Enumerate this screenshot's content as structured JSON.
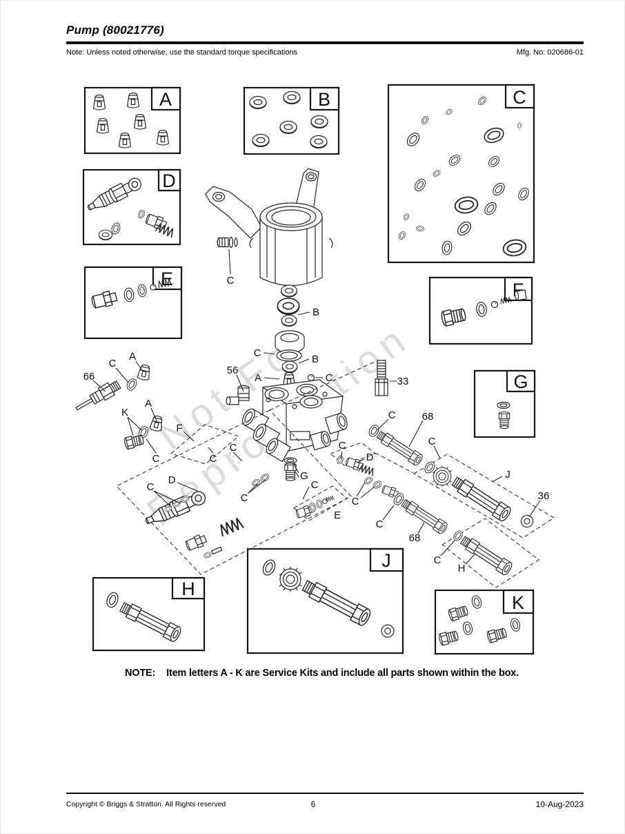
{
  "header": {
    "title": "Pump (80021776)",
    "note": "Note: Unless noted otherwise, use the standard torque specifications",
    "mfg": "Mfg. No: 020686-01"
  },
  "watermark": {
    "line1": "Not For",
    "line2": "Reproduction"
  },
  "kits": [
    "A",
    "B",
    "C",
    "D",
    "E",
    "F",
    "G",
    "H",
    "J",
    "K"
  ],
  "callouts": [
    "C",
    "B",
    "C",
    "B",
    "56",
    "A",
    "C",
    "33",
    "A",
    "C",
    "66",
    "A",
    "K",
    "F",
    "C",
    "C",
    "C",
    "D",
    "C",
    "C",
    "D",
    "C",
    "G",
    "C",
    "E",
    "C",
    "68",
    "C",
    "J",
    "36",
    "C",
    "68",
    "C",
    "H",
    "C"
  ],
  "note": {
    "label": "NOTE:",
    "text": "Item letters A - K are Service Kits and include all parts shown within the box."
  },
  "footer": {
    "copyright": "Copyright ©  Briggs & Stratton. All Rights reserved",
    "page": "6",
    "date": "10-Aug-2023"
  }
}
